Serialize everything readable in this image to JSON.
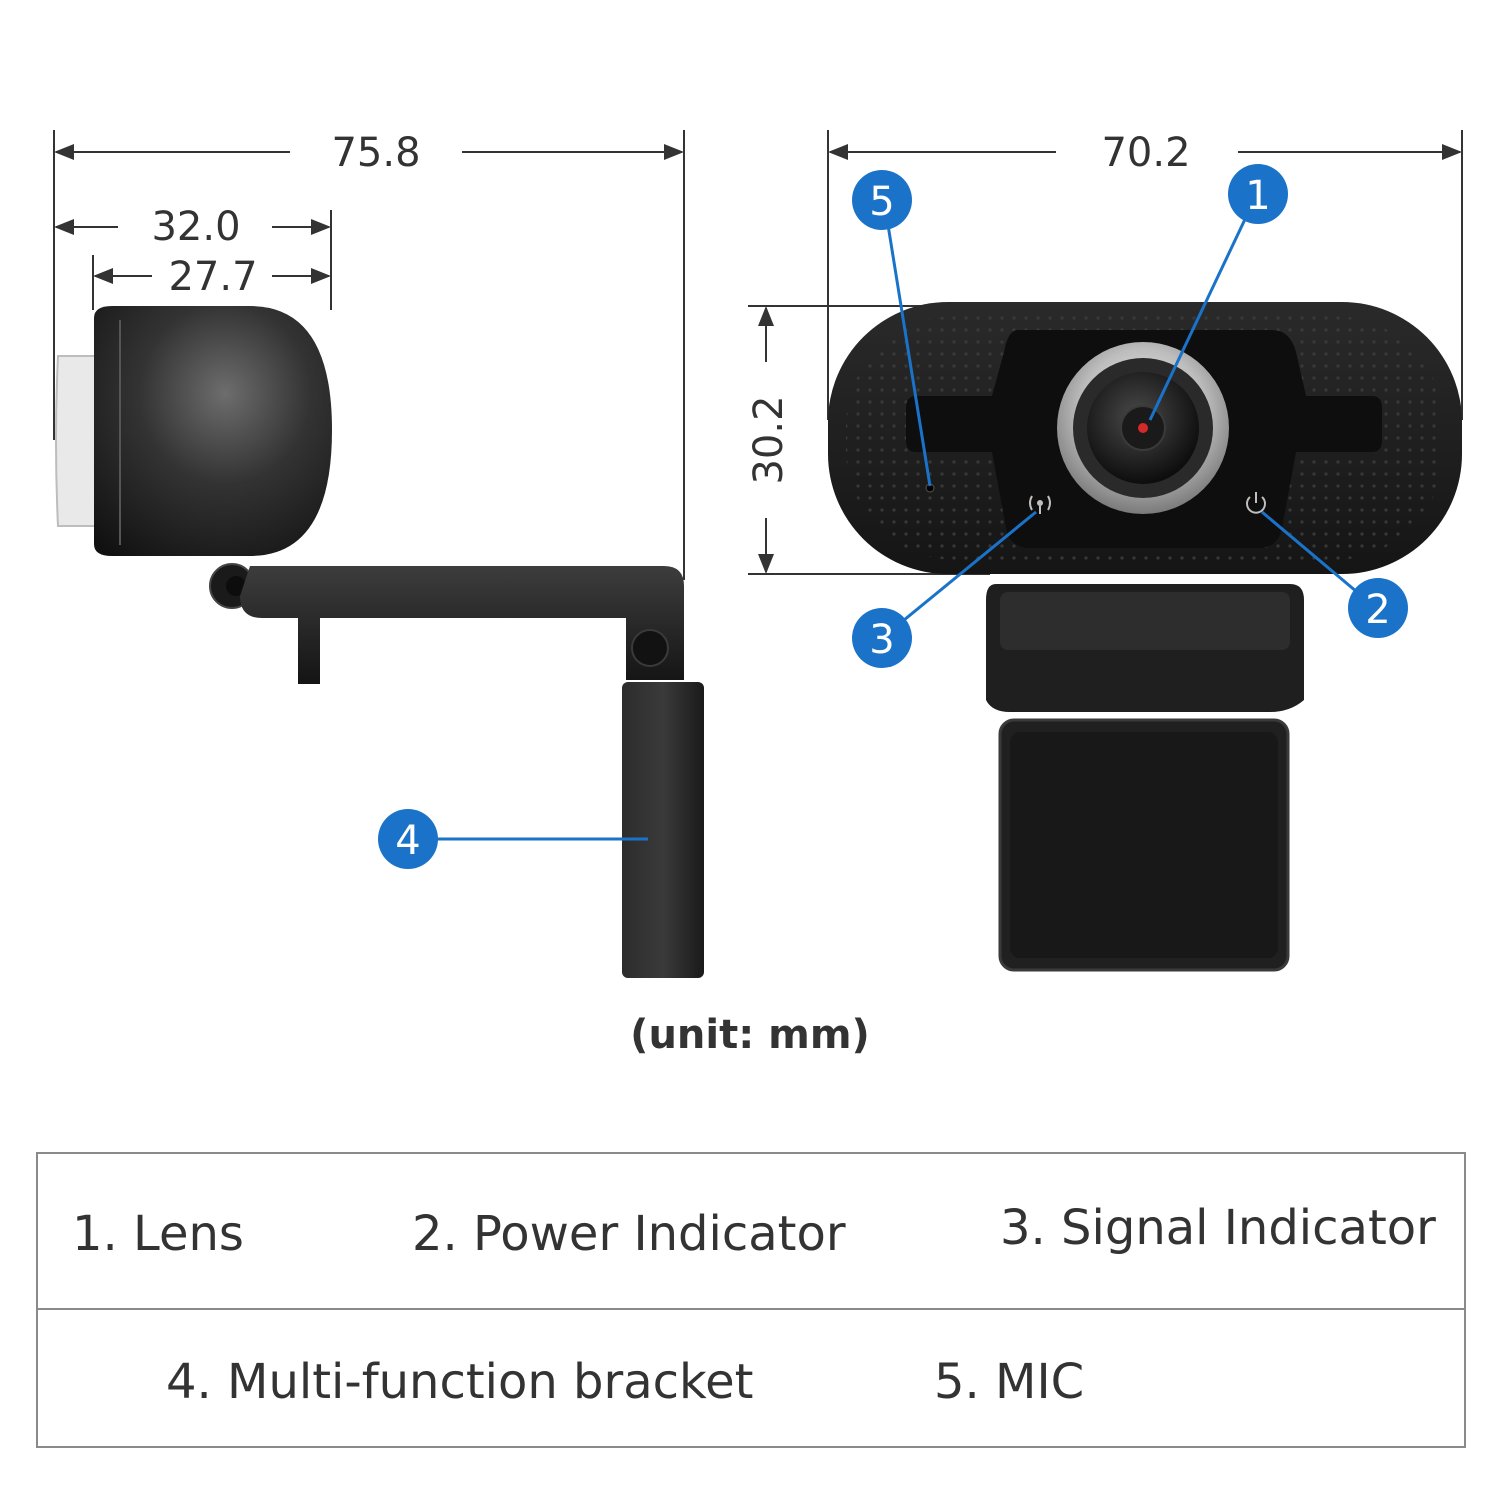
{
  "dimensions": {
    "overall_depth": "75.8",
    "head_depth_outer": "32.0",
    "head_depth_inner": "27.7",
    "front_width": "70.2",
    "front_height": "30.2"
  },
  "callouts": {
    "lens": "1",
    "power_indicator": "2",
    "signal_indicator": "3",
    "bracket": "4",
    "mic": "5"
  },
  "unit_note": "(unit: mm)",
  "legend": {
    "item1": "1. Lens",
    "item2": "2. Power Indicator",
    "item3": "3. Signal Indicator",
    "item4": "4. Multi-function bracket",
    "item5": "5. MIC"
  },
  "colors": {
    "callout_blue": "#1a73c9",
    "body_dark": "#1c1c1c",
    "dimension_line": "#333333",
    "lens_red": "#d22a2a"
  }
}
